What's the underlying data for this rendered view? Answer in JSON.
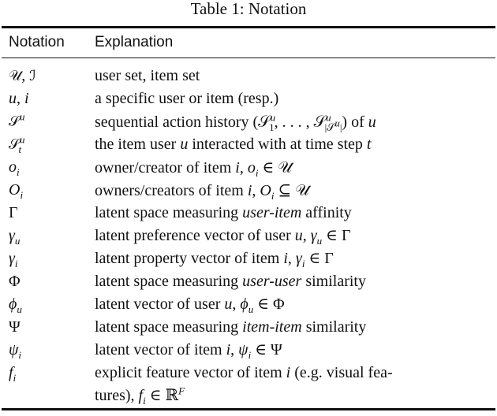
{
  "caption": "Table 1: Notation",
  "headers": {
    "notation": "Notation",
    "explanation": "Explanation"
  },
  "rows": [
    {
      "sym": "𝒰, ℐ",
      "exp": "user set, item set"
    },
    {
      "sym": "u, i",
      "exp": "a specific user or item (resp.)"
    },
    {
      "sym": "𝒮ᵘ",
      "exp": "sequential action history (𝒮₁ᵘ, ..., 𝒮ᵘ|𝒮ᵘ|) of u"
    },
    {
      "sym": "𝒮ₜᵘ",
      "exp": "the item user u interacted with at time step t"
    },
    {
      "sym": "oᵢ",
      "exp": "owner/creator of item i, oᵢ ∈ 𝒰"
    },
    {
      "sym": "Oᵢ",
      "exp": "owners/creators of item i, Oᵢ ⊆ 𝒰"
    },
    {
      "sym": "Γ",
      "exp": "latent space measuring user-item affinity"
    },
    {
      "sym": "γᵤ",
      "exp": "latent preference vector of user u, γᵤ ∈ Γ"
    },
    {
      "sym": "γᵢ",
      "exp": "latent property vector of item i, γᵢ ∈ Γ"
    },
    {
      "sym": "Φ",
      "exp": "latent space measuring user-user similarity"
    },
    {
      "sym": "ϕᵤ",
      "exp": "latent vector of user u, ϕᵤ ∈ Φ"
    },
    {
      "sym": "Ψ",
      "exp": "latent space measuring item-item similarity"
    },
    {
      "sym": "ψᵢ",
      "exp": "latent vector of item i, ψᵢ ∈ Ψ"
    },
    {
      "sym": "fᵢ",
      "exp": "explicit feature vector of item i (e.g. visual features), fᵢ ∈ ℝᶠ"
    }
  ]
}
